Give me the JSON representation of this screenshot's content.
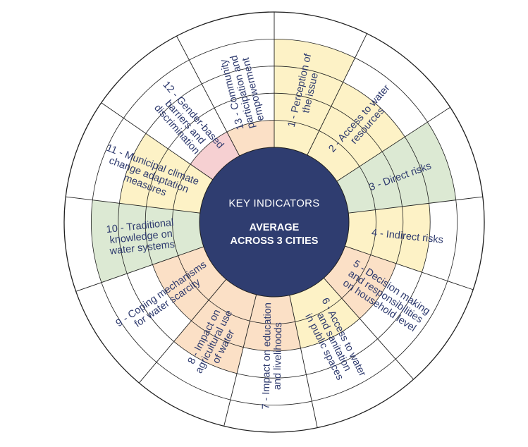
{
  "center": {
    "title": "KEY INDICATORS",
    "subtitle_line1": "AVERAGE",
    "subtitle_line2": "ACROSS 3 CITIES"
  },
  "colors": {
    "center": "#2f3d70",
    "yellow": "#fdf2c6",
    "orange": "#fbe0c6",
    "green": "#dce9d3",
    "pink": "#f6d0d2",
    "line": "#1f1f1f",
    "text": "#2e3a6e"
  },
  "chart_data": {
    "type": "radial",
    "rings": 5,
    "segments": [
      {
        "id": 1,
        "lines": [
          "1 - Perception of",
          "the issue"
        ],
        "level": 4,
        "color": "yellow"
      },
      {
        "id": 2,
        "lines": [
          "2 - Access to water",
          "resources"
        ],
        "level": 3,
        "color": "yellow"
      },
      {
        "id": 3,
        "lines": [
          "3 - Direct risks"
        ],
        "level": 4,
        "color": "green"
      },
      {
        "id": 4,
        "lines": [
          "4 - Indirect risks"
        ],
        "level": 3,
        "color": "yellow"
      },
      {
        "id": 5,
        "lines": [
          "5 - Decision making",
          "and responsibilities",
          "on household level"
        ],
        "level": 2,
        "color": "orange"
      },
      {
        "id": 6,
        "lines": [
          "6 - Access to water",
          "and sanitation",
          "in public spaces"
        ],
        "level": 2,
        "color": "yellow"
      },
      {
        "id": 7,
        "lines": [
          "7 - Impact on education",
          "and livelihoods"
        ],
        "level": 2,
        "color": "orange"
      },
      {
        "id": 8,
        "lines": [
          "8 - Impact on",
          "agricultural use",
          "of water"
        ],
        "level": 3,
        "color": "orange"
      },
      {
        "id": 9,
        "lines": [
          "9 - Coping mechanisms",
          "for water scarcity"
        ],
        "level": 2,
        "color": "orange"
      },
      {
        "id": 10,
        "lines": [
          "10 - Traditional",
          "knowledge on",
          "water systems"
        ],
        "level": 4,
        "color": "green"
      },
      {
        "id": 11,
        "lines": [
          "11 - Municipal climate",
          "change adaptation",
          "measures"
        ],
        "level": 3,
        "color": "yellow"
      },
      {
        "id": 12,
        "lines": [
          "12 - Gender-based",
          "barriers and",
          "discrimination"
        ],
        "level": 1,
        "color": "pink"
      },
      {
        "id": 13,
        "lines": [
          "13 - Community",
          "participation and",
          "empowerment"
        ],
        "level": 1,
        "color": "orange"
      }
    ]
  }
}
